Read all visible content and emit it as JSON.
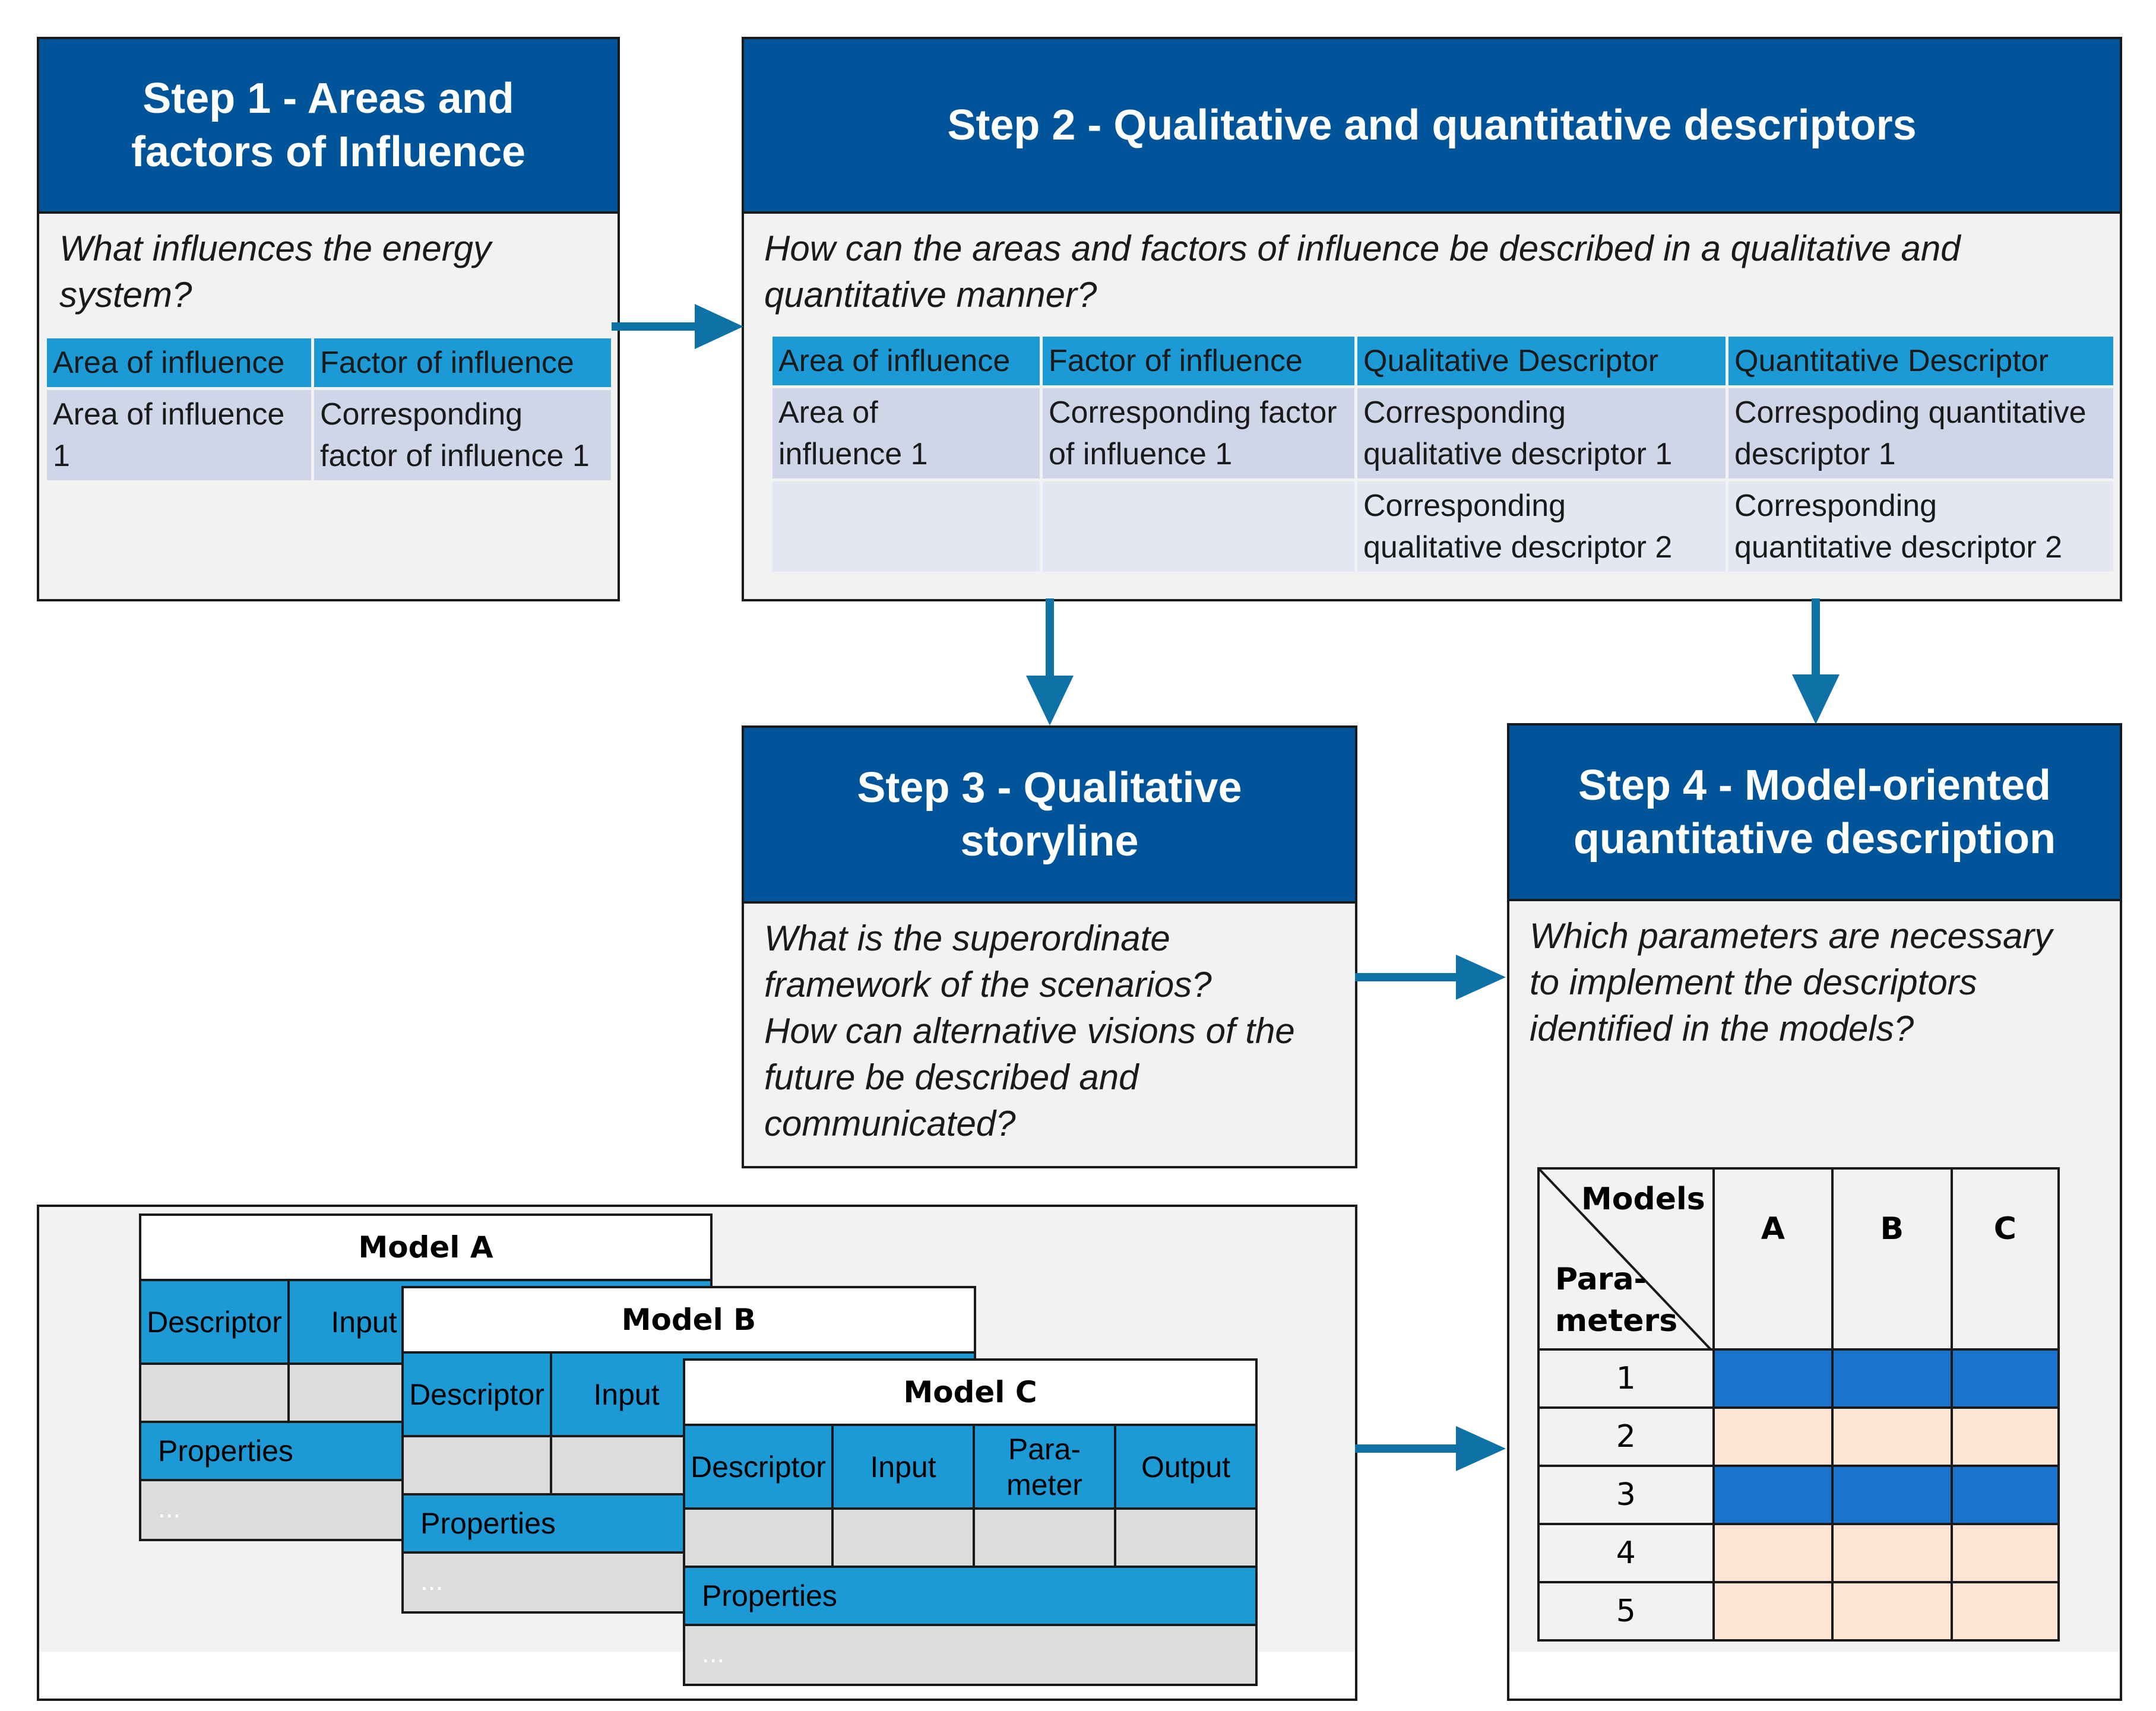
{
  "step1": {
    "title": "Step 1 - Areas and\nfactors of Influence",
    "question": "What influences the energy\nsystem?",
    "headers": [
      "Area of influence",
      "Factor of influence"
    ],
    "row": [
      "Area of influence\n1",
      "Corresponding\nfactor of influence 1"
    ]
  },
  "step2": {
    "title": "Step 2 - Qualitative and quantitative descriptors",
    "question": "How can the areas and factors of influence be described in a qualitative and\nquantitative manner?",
    "headers": [
      "Area of influence",
      "Factor of influence",
      "Qualitative Descriptor",
      "Quantitative Descriptor"
    ],
    "row1": [
      "Area of\ninfluence 1",
      "Corresponding factor\nof influence 1",
      "Corresponding\nqualitative descriptor 1",
      "Correspoding quantitative\ndescriptor 1"
    ],
    "row2": [
      "",
      "",
      "Corresponding\nqualitative descriptor 2",
      "Corresponding\nquantitative descriptor 2"
    ]
  },
  "step3": {
    "title": "Step 3 - Qualitative\nstoryline",
    "question": "What is the superordinate\nframework of the scenarios?\nHow can alternative visions of the\nfuture be described and\ncommunicated?"
  },
  "step4": {
    "title": "Step 4 - Model-oriented\nquantitative description",
    "question": "Which parameters are necessary\nto implement the descriptors\nidentified in the models?",
    "corner_top": "Models",
    "corner_bottom": "Para-\nmeters",
    "models": [
      "A",
      "B",
      "C"
    ],
    "params": [
      "1",
      "2",
      "3",
      "4",
      "5"
    ],
    "colors": {
      "dark_row": "#1874cd",
      "light_row": "#fde4d3"
    }
  },
  "models": {
    "model_a": {
      "title": "Model A",
      "cols": [
        "Descriptor",
        "Input"
      ],
      "properties": "Properties",
      "more": "..."
    },
    "model_b": {
      "title": "Model B",
      "cols": [
        "Descriptor",
        "Input"
      ],
      "properties": "Properties",
      "more": "..."
    },
    "model_c": {
      "title": "Model C",
      "cols": [
        "Descriptor",
        "Input",
        "Para-\nmeter",
        "Output"
      ],
      "properties": "Properties",
      "more": "..."
    }
  },
  "colors": {
    "header_blue": "#00549a",
    "cell_blue": "#1b9ad6",
    "arrow": "#0f72a6"
  }
}
